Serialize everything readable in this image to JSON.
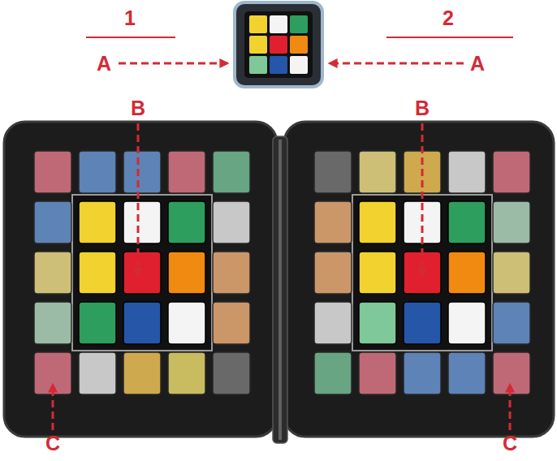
{
  "diagram": {
    "labels": [
      "1",
      "2",
      "A",
      "A",
      "B",
      "B",
      "C",
      "C"
    ]
  }
}
